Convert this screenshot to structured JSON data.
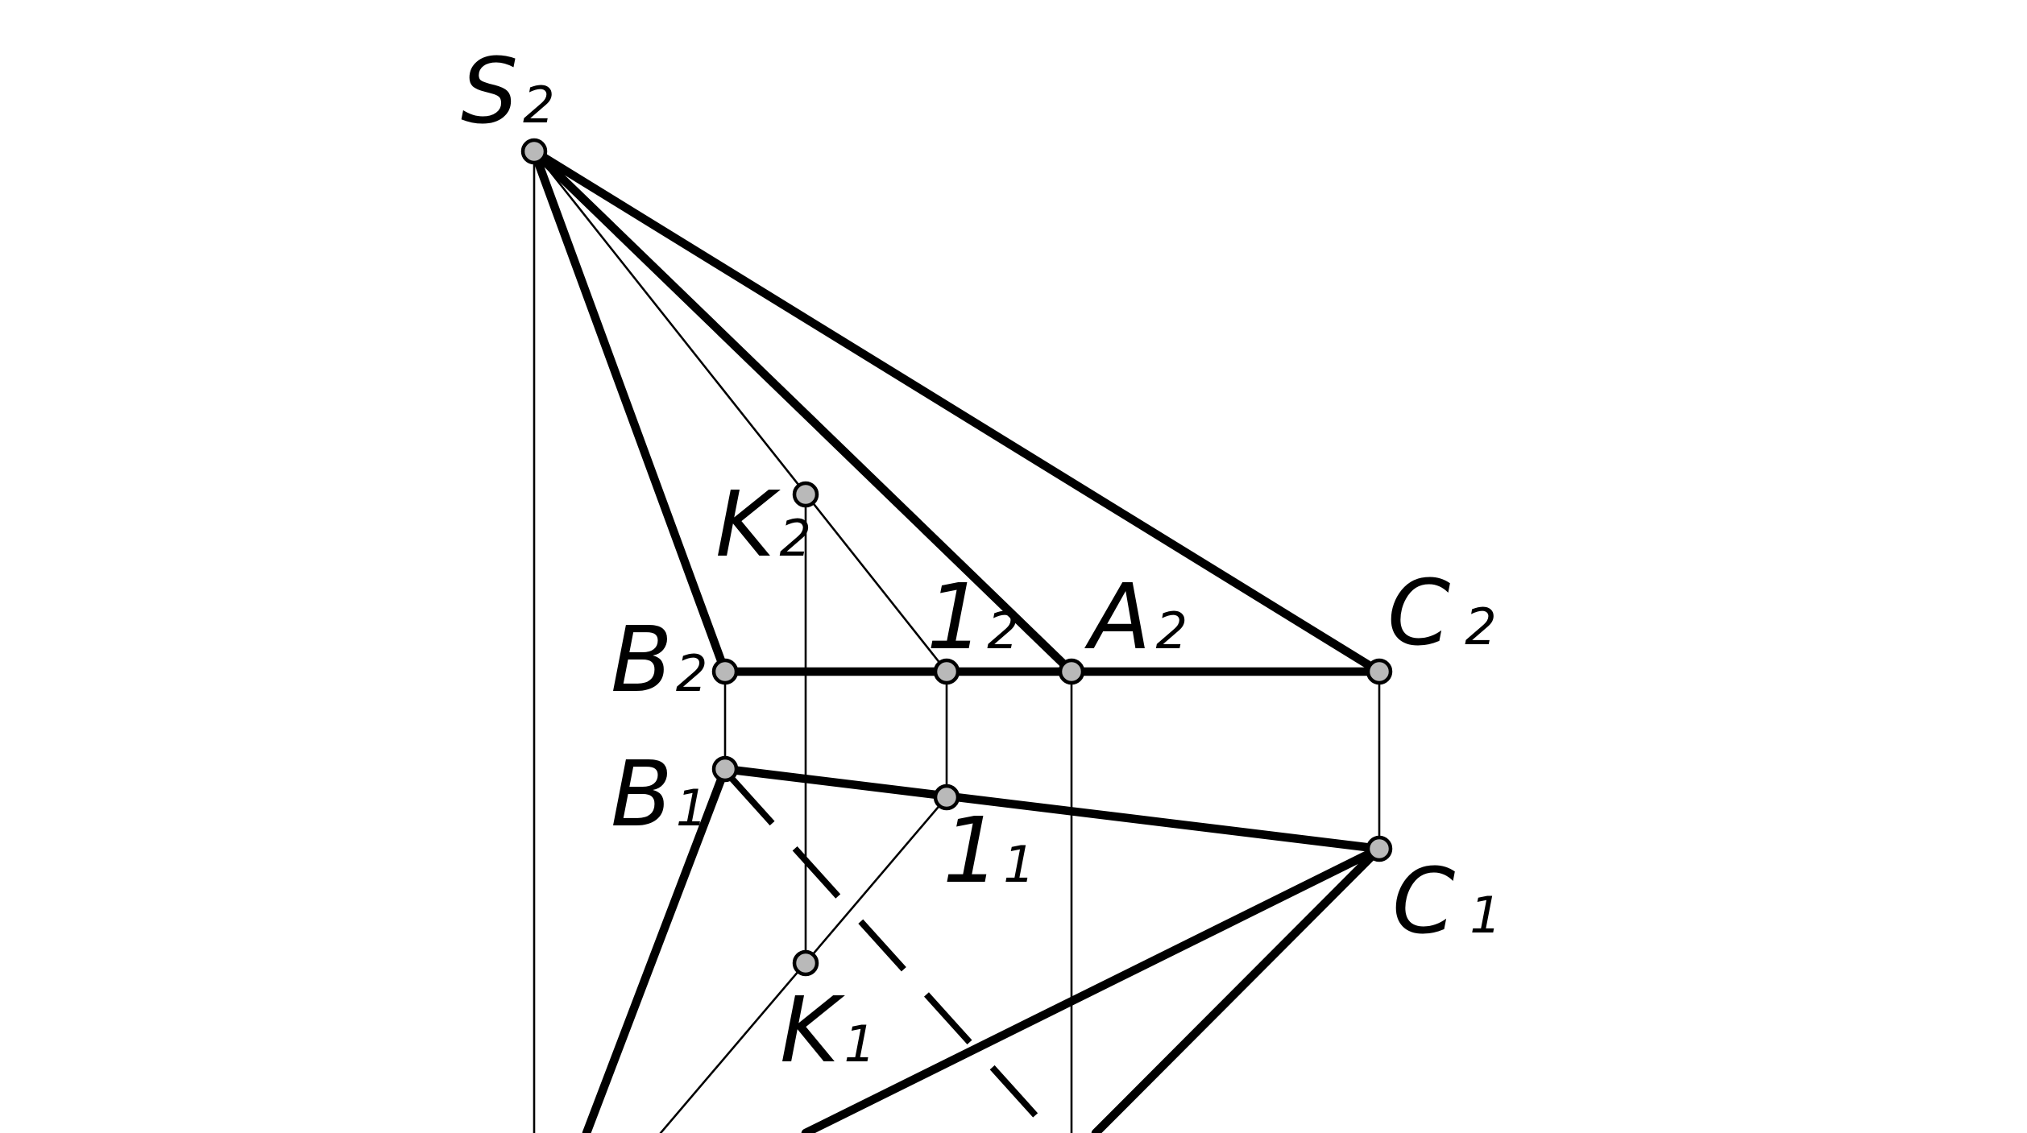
{
  "labels": {
    "s2": {
      "main": "S",
      "sub": "2"
    },
    "k2": {
      "main": "K",
      "sub": "2"
    },
    "one2": {
      "main": "1",
      "sub": "2"
    },
    "a2": {
      "main": "A",
      "sub": "2"
    },
    "c2": {
      "main": "C",
      "sub": "2"
    },
    "b2": {
      "main": "B",
      "sub": "2"
    },
    "b1": {
      "main": "B",
      "sub": "1"
    },
    "one1": {
      "main": "1",
      "sub": "1"
    },
    "c1": {
      "main": "C",
      "sub": "1"
    },
    "k1": {
      "main": "K",
      "sub": "1"
    }
  }
}
